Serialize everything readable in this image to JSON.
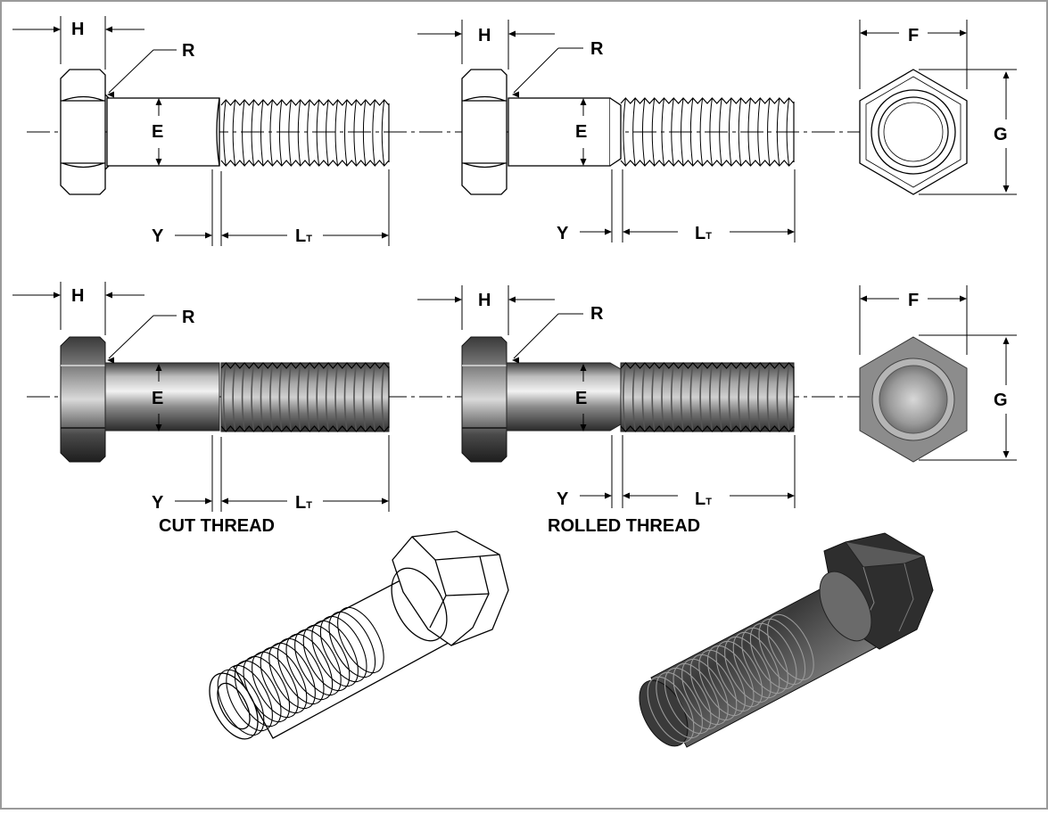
{
  "dims": {
    "h": "H",
    "r": "R",
    "e": "E",
    "y": "Y",
    "lt_main": "L",
    "lt_sub": "T",
    "f": "F",
    "g": "G"
  },
  "captions": {
    "cut": "CUT THREAD",
    "rolled": "ROLLED THREAD"
  },
  "colors": {
    "line": "#000000",
    "steel_dark": "#3a3a3a",
    "steel_light": "#e6e6e6",
    "frame": "#9a9a9a"
  }
}
